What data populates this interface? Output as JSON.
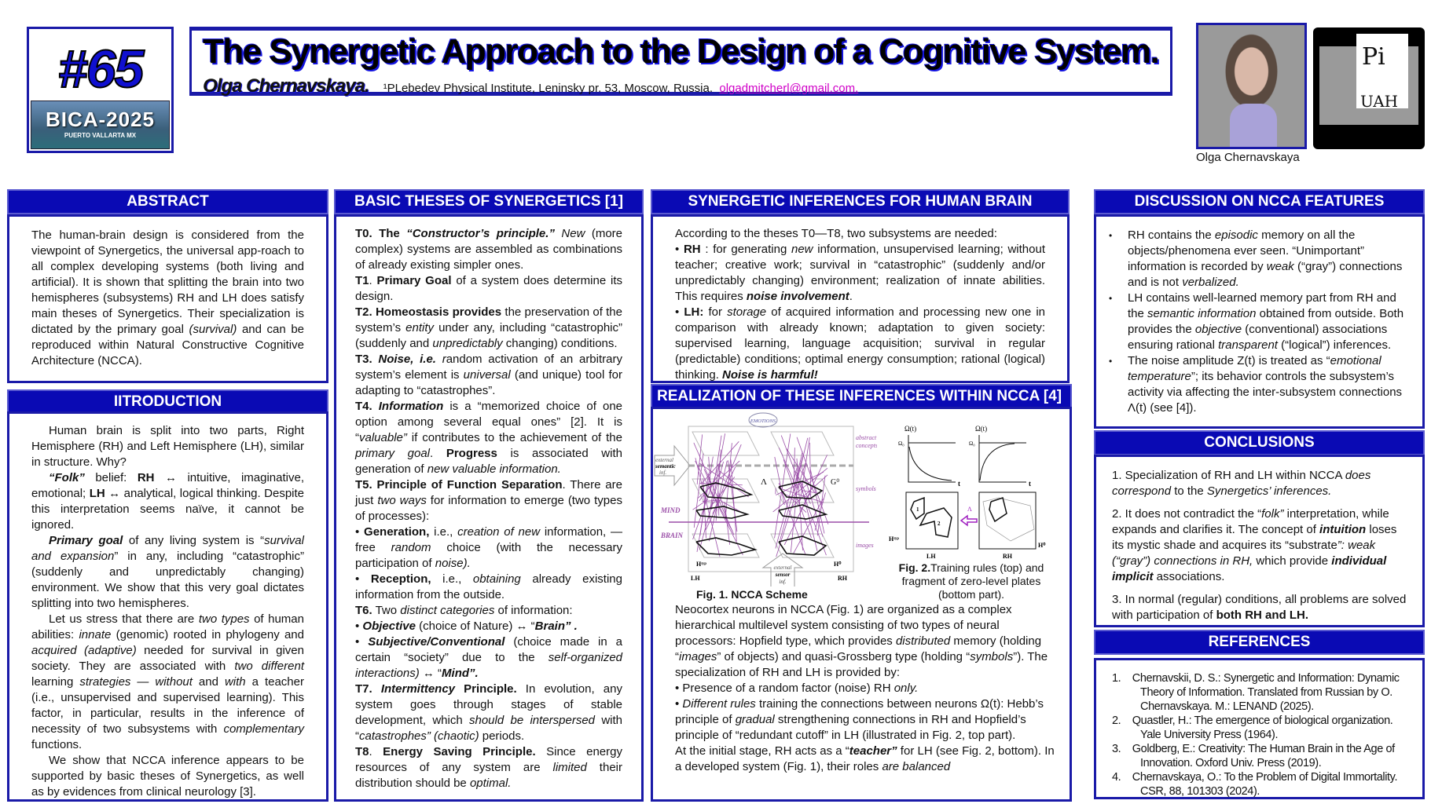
{
  "header": {
    "poster_number": "#65",
    "conference_logo": {
      "name": "BICA-2025",
      "location": "PUERTO VALLARTA MX"
    },
    "title": "The Synergetic Approach to the Design of a Cognitive System.",
    "author": "Olga Chernavskaya.",
    "affiliation": "¹PLebedev Physical Institute, Leninsky pr. 53, Moscow, Russia.",
    "email": "olgadmitcherl@gmail.com.",
    "photo_caption": "Olga Chernavskaya",
    "institute_logo": {
      "top": "Pi",
      "bottom": "UAH"
    }
  },
  "colors": {
    "header_bg": "#0a0ab4",
    "border": "#1a1aa8",
    "link": "#d000c8",
    "figure_lines": "#9b4fa8"
  },
  "abstract": {
    "title": "ABSTRACT",
    "paragraphs": [
      [
        "The human-brain design is considered from the viewpoint of Synergetics, the universal app-roach to all complex developing systems (both living and artificial). It is shown that splitting the brain into two hemispheres (subsystems) RH and LH does satisfy main theses of Synergetics. Their specialization is dictated by the primary goal ",
        {
          "i": "(survival)"
        },
        " and can be reproduced within Natural Constructive Cognitive Architecture (NCCA)."
      ]
    ]
  },
  "introduction": {
    "title": "IITRODUCTION",
    "paragraphs": [
      [
        "Human brain is split into two parts, Right Hemisphere (RH) and Left Hemisphere (LH), similar in structure. Why?"
      ],
      [
        {
          "bi": "“Folk”"
        },
        " belief: ",
        {
          "b": "RH"
        },
        " ↔ intuitive, imaginative, emotional; ",
        {
          "b": "LH"
        },
        " ↔ analytical, logical thinking. Despite this interpretation seems naïve, it cannot be ignored."
      ],
      [
        {
          "bi": "Primary goal"
        },
        " of any living system is “",
        {
          "i": "survival and expansion"
        },
        "” in any, including “catastrophic” (suddenly and unpredictably changing) environment. We show that this very goal dictates splitting into two hemispheres."
      ],
      [
        "Let us stress that there are ",
        {
          "i": "two types"
        },
        " of human abilities: ",
        {
          "i": "innate"
        },
        " (genomic) rooted in phylogeny and ",
        {
          "i": "acquired (adaptive)"
        },
        " needed for survival in given society. They are associated with ",
        {
          "i": "two different"
        },
        " learning ",
        {
          "i": "strategies — without"
        },
        " and ",
        {
          "i": "with"
        },
        " a teacher (i.e., unsupervised and supervised learning). This factor, in particular, results in the inference of necessity of two subsystems with ",
        {
          "i": "complementary"
        },
        " functions."
      ],
      [
        "We show that NCCA inference appears to be supported by basic theses of Synergetics, as well as by evidences from clinical neurology [3]."
      ]
    ]
  },
  "theses": {
    "title": "BASIC THESES OF SYNERGETICS [1]",
    "paragraphs": [
      [
        {
          "b": "T0. The "
        },
        {
          "bi": "“Constructor’s principle.”"
        },
        " ",
        {
          "i": "New"
        },
        " (more complex) systems are assembled as combinations of already existing simpler ones."
      ],
      [
        {
          "b": "T1"
        },
        ". ",
        {
          "b": "Primary Goal"
        },
        " of a system does determine its design."
      ],
      [
        {
          "b": "T2. Homeostasis provides"
        },
        " the preservation of the system’s ",
        {
          "i": "entity"
        },
        " under any, including “catastrophic” (suddenly and ",
        {
          "i": "unpredictably"
        },
        " changing) conditions."
      ],
      [
        {
          "b": "T3. "
        },
        {
          "bi": "Noise, i.e."
        },
        " ",
        {
          "i": "r"
        },
        "andom activation of an arbitrary system’s element is ",
        {
          "i": "universal"
        },
        " (and unique) tool for adapting to “catastrophes”."
      ],
      [
        {
          "b": "T4. "
        },
        {
          "bi": "Information"
        },
        " is a “memorized choice of one option among several equal ones” [2]. It is “",
        {
          "i": "valuable”"
        },
        " if contributes to the achievement of the ",
        {
          "i": "primary goal"
        },
        ". ",
        {
          "b": "Progress"
        },
        " is associated with generation of ",
        {
          "i": "new valuable information."
        }
      ],
      [
        {
          "b": "T5. Principle of Function Separation"
        },
        ". There are just ",
        {
          "i": "two ways"
        },
        " for information to emerge (two types of processes):"
      ],
      [
        "• ",
        {
          "b": "Generation,"
        },
        " i.e., ",
        {
          "i": "creation of new"
        },
        " information, — free ",
        {
          "i": "random"
        },
        " choice (with the necessary participation of ",
        {
          "i": "noise)."
        }
      ],
      [
        "• ",
        {
          "b": "Reception,"
        },
        " i.e., ",
        {
          "i": "obtaining"
        },
        " already existing information from the outside."
      ],
      [
        {
          "b": "T6."
        },
        " Two ",
        {
          "i": "distinct categories"
        },
        " of information:"
      ],
      [
        "• ",
        {
          "bi": "Objective"
        },
        " (choice of Nature) ↔ “",
        {
          "bi": "Brain” ."
        }
      ],
      [
        "• ",
        {
          "bi": "Subjective/Conventional"
        },
        " (choice made in a certain “society” due to the ",
        {
          "i": "self-organized interactions)"
        },
        " ↔ “",
        {
          "bi": "Mind”."
        }
      ],
      [
        {
          "b": "T7. "
        },
        {
          "bi": "Intermittency"
        },
        {
          "b": " Principle."
        },
        " In evolution, any system goes through stages of stable development, which ",
        {
          "i": "should be interspersed"
        },
        " with “",
        {
          "i": "catastrophes” (chaotic)"
        },
        " periods."
      ],
      [
        {
          "b": "T8"
        },
        ". ",
        {
          "b": "Energy Saving Principle."
        },
        " Since energy resources of any system are ",
        {
          "i": "limited"
        },
        " their distribution should be ",
        {
          "i": "optimal."
        }
      ]
    ]
  },
  "inferences": {
    "title": "SYNERGETIC INFERENCES FOR HUMAN BRAIN",
    "paragraphs": [
      [
        "According to the theses T0—T8, two subsystems are needed:"
      ],
      [
        "• ",
        {
          "b": "RH"
        },
        " : for generating ",
        {
          "i": "new"
        },
        " information, unsupervised learning; without teacher; creative work; survival in “catastrophic” (suddenly and/or unpredictably changing) environment; realization of innate abilities. This requires ",
        {
          "bi": "noise involvement"
        },
        "."
      ],
      [
        "• ",
        {
          "b": "LH:"
        },
        " for ",
        {
          "i": "storage"
        },
        " of acquired information and processing new one in comparison with already known; adaptation to given society: supervised learning, language acquisition; survival in regular (predictable) conditions; optimal energy consumption; rational (logical) thinking. ",
        {
          "bi": "Noise is harmful!"
        }
      ]
    ]
  },
  "realization": {
    "title": "REALIZATION OF THESE INFERENCES WITHIN NCCA [4]",
    "fig1": {
      "caption": "Fig. 1. NCCA Scheme",
      "labels": {
        "emotions": "EMOTIONS",
        "abstract": "abstract",
        "concepts": "concepts",
        "symbols": "symbols",
        "images": "images",
        "mind": "MIND",
        "brain": "BRAIN",
        "lh": "LH",
        "rh": "RH",
        "ext_sem_1": "external",
        "ext_sem_2": "semantic",
        "ext_sem_3": "inf.",
        "ext_sen_1": "external",
        "ext_sen_2": "sensor",
        "ext_sen_3": "inf.",
        "lambda": "Λ",
        "g0": "G⁰",
        "h_typ": "Hᵗʸᵖ",
        "h0": "H⁰"
      }
    },
    "fig2": {
      "caption_bold": "Fig. 2.",
      "caption": "Training rules (top) and fragment of zero-level plates (bottom part).",
      "labels": {
        "omega": "Ω(t)",
        "omega0": "Ω₀",
        "t": "t",
        "lh": "LH",
        "rh": "RH",
        "lambda": "Λ",
        "one": "1",
        "two": "2",
        "h_typ": "Hᵗʸᵖ",
        "h0": "H⁰"
      }
    },
    "paragraphs": [
      [
        "Neocortex neurons in NCCA (Fig. 1) are organized as a complex hierarchical multilevel system consisting of two types of neural processors: Hopfield type, which provides ",
        {
          "i": "distributed"
        },
        " memory (holding “",
        {
          "i": "images"
        },
        "” of objects) and quasi-Grossberg type (holding “",
        {
          "i": "symbols"
        },
        "”). The specialization of RH and LH is provided by:"
      ],
      [
        "• Presence of a random factor (noise) RH ",
        {
          "i": "only."
        }
      ],
      [
        "•   ",
        {
          "i": "Different rules"
        },
        " training the connections between neurons Ω(t): Hebb’s principle of ",
        {
          "i": "gradual"
        },
        " strengthening connections in RH and Hopfield’s principle of “redundant cutoff” in LH (illustrated in Fig. 2, top part)."
      ],
      [
        "At the initial stage, RH acts as a “",
        {
          "bi": "teacher”"
        },
        " for LH (see Fig. 2, bottom). In a developed system (Fig. 1), their roles ",
        {
          "i": "are balanced"
        }
      ]
    ]
  },
  "discussion": {
    "title": "DISCUSSION ON NCCA FEATURES",
    "items": [
      [
        "RH contains the ",
        {
          "i": "episodic"
        },
        " memory on all the objects/phenomena ever seen. “Unimportant” information is recorded by ",
        {
          "i": "weak"
        },
        " (“gray”) connections and is not ",
        {
          "i": "verbalized."
        }
      ],
      [
        "LH contains well-learned memory part from RH and the ",
        {
          "i": "semantic information"
        },
        " obtained from outside. Both provides the ",
        {
          "i": "objective"
        },
        " (conventional) associations ensuring rational ",
        {
          "i": "transparent"
        },
        " (“logical”) inferences."
      ],
      [
        "The noise amplitude Z(t) is treated as “",
        {
          "i": "emotional temperature"
        },
        "”; its behavior controls the subsystem’s activity via affecting the inter-subsystem connections Λ(t) (see [4])."
      ]
    ]
  },
  "conclusions": {
    "title": "CONCLUSIONS",
    "items": [
      [
        "1. Specialization of RH and LH within NCCA ",
        {
          "i": "does correspond"
        },
        " to the ",
        {
          "i": "Synergetics’ inferences."
        }
      ],
      [
        "2. It does not contradict the “",
        {
          "i": "folk”"
        },
        " interpretation, while expands and clarifies it. The concept of ",
        {
          "bi": "intuition"
        },
        " loses its mystic shade and acquires its “substrate",
        {
          "i": "”: weak (“gray”) connections in RH,"
        },
        " which provide ",
        {
          "bi": "individual implicit"
        },
        " associations."
      ],
      [
        "3. In normal (regular) conditions, all problems are solved with participation of ",
        {
          "b": "both RH and LH."
        }
      ]
    ]
  },
  "references": {
    "title": "REFERENCES",
    "items": [
      "1.    Chernavskii, D. S.: Synergetic and Information: Dynamic Theory of Information. Translated from Russian by O. Chernavskaya. M.: LENAND (2025).",
      "2.    Quastler, H.: The emergence of biological organization. Yale University Press (1964).",
      "3.    Goldberg, E.: Creativity: The Human Brain in the Age of Innovation. Oxford Univ. Press (2019).",
      "4.    Chernavskaya, O.: To the Problem of Digital Immortality. CSR, 88, 101303 (2024)."
    ]
  }
}
